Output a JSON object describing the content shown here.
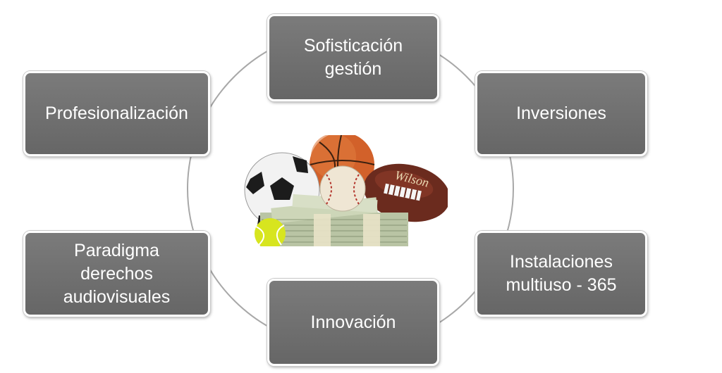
{
  "diagram": {
    "nodes": {
      "top": "Sofisticación\ngestión",
      "upper_right": "Inversiones",
      "lower_right": "Instalaciones\nmultiuso - 365",
      "bottom": "Innovación",
      "lower_left": "Paradigma\nderechos\naudiovisuales",
      "upper_left": "Profesionalización"
    },
    "center_image": {
      "description_icons": [
        "soccer-ball-icon",
        "basketball-icon",
        "baseball-icon",
        "american-football-icon",
        "tennis-ball-icon",
        "cash-stack-icon"
      ],
      "football_text": "Wilson"
    },
    "colors": {
      "node_fill": "#707070",
      "node_border": "#ffffff",
      "ring": "#9e9e9e"
    }
  }
}
